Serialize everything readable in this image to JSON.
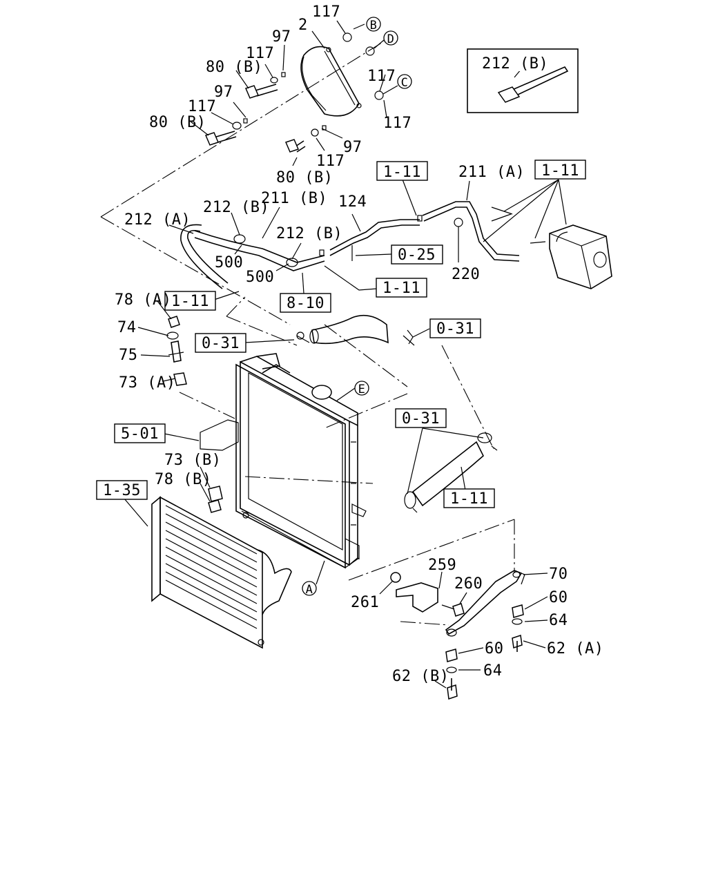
{
  "labels": {
    "n117_a": "117",
    "n2": "2",
    "cB": "B",
    "n97_a": "97",
    "cD": "D",
    "n117_b": "117",
    "n80B_a": "80 (B)",
    "n117_c": "117",
    "cC": "C",
    "n97_b": "97",
    "n117_d": "117",
    "n80B_b": "80 (B)",
    "n117_e": "117",
    "n97_c": "97",
    "n80B_c": "80 (B)",
    "n117_f": "117",
    "n212B_inset": "212 (B)",
    "n211A": "211 (A)",
    "r1_11_a": "1-11",
    "r1_11_b": "1-11",
    "n212B_a": "212 (B)",
    "n211B": "211 (B)",
    "n124": "124",
    "n212A": "212 (A)",
    "n212B_b": "212 (B)",
    "n500_a": "500",
    "n500_b": "500",
    "r0_25": "0-25",
    "n220": "220",
    "r1_11_c": "1-11",
    "n78A": "78 (A)",
    "r1_11_d": "1-11",
    "r8_10": "8-10",
    "n74": "74",
    "r0_31_a": "0-31",
    "r0_31_b": "0-31",
    "n75": "75",
    "n73A": "73 (A)",
    "cE": "E",
    "r0_31_c": "0-31",
    "r5_01": "5-01",
    "n73B": "73 (B)",
    "n78B": "78 (B)",
    "r1_35": "1-35",
    "r1_11_e": "1-11",
    "n259": "259",
    "n70": "70",
    "n260": "260",
    "n261": "261",
    "n60_a": "60",
    "n64_a": "64",
    "cA": "A",
    "n62A": "62 (A)",
    "n60_b": "60",
    "n64_b": "64",
    "n62B": "62 (B)"
  }
}
